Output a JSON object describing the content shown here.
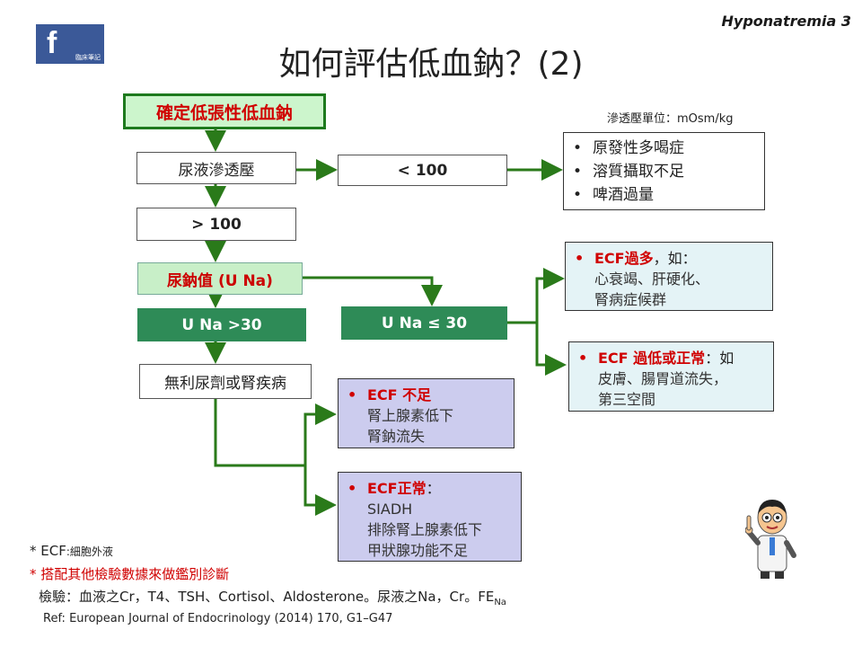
{
  "header": {
    "tag": "Hyponatremia 3",
    "title": "如何評估低血鈉？(2)",
    "logo_letter": "f",
    "logo_text": "臨床筆記"
  },
  "unit_note": "滲透壓單位：mOsm/kg",
  "flow": {
    "start": "確定低張性低血鈉",
    "urine_osm": "尿液滲透壓",
    "lt100": "< 100",
    "gt100": "> 100",
    "urine_na": "尿鈉值 (U Na)",
    "una_gt30": "U Na >30",
    "una_le30": "U Na ≤ 30",
    "diuretic": "無利尿劑或腎疾病"
  },
  "lt100_causes": {
    "bullet": "•",
    "items": [
      "原發性多喝症",
      "溶質攝取不足",
      "啤酒過量"
    ]
  },
  "ecf_excess": {
    "bullet": "•",
    "title": "ECF過多",
    "suffix": "，如：",
    "lines": [
      "心衰竭、肝硬化、",
      "腎病症候群"
    ]
  },
  "ecf_low_normal": {
    "bullet": "•",
    "title": "ECF 過低或正常",
    "suffix": "：如",
    "lines": [
      "皮膚、腸胃道流失，",
      "第三空間"
    ]
  },
  "ecf_low": {
    "bullet": "•",
    "title": "ECF 不足",
    "lines": [
      "腎上腺素低下",
      "腎鈉流失"
    ]
  },
  "ecf_normal": {
    "bullet": "•",
    "title": "ECF正常",
    "suffix": "：",
    "lines": [
      "SIADH",
      "排除腎上腺素低下",
      "甲狀腺功能不足"
    ]
  },
  "footnotes": {
    "ecf_star": "* ECF",
    "ecf_def": ":細胞外液",
    "combine": "* 搭配其他檢驗數據來做鑑別診斷",
    "tests": "檢驗：血液之Cr，T4、TSH、Cortisol、Aldosterone。尿液之Na，Cr。FE",
    "tests_sub": "Na",
    "ref": "Ref: European Journal of Endocrinology (2014) 170, G1–G47"
  },
  "colors": {
    "arrow": "#2a7a1a",
    "green_box": "#2e8b57",
    "highlight_red": "#d00000",
    "panel_blue": "#e4f3f6",
    "panel_lavender": "#ccccee"
  }
}
